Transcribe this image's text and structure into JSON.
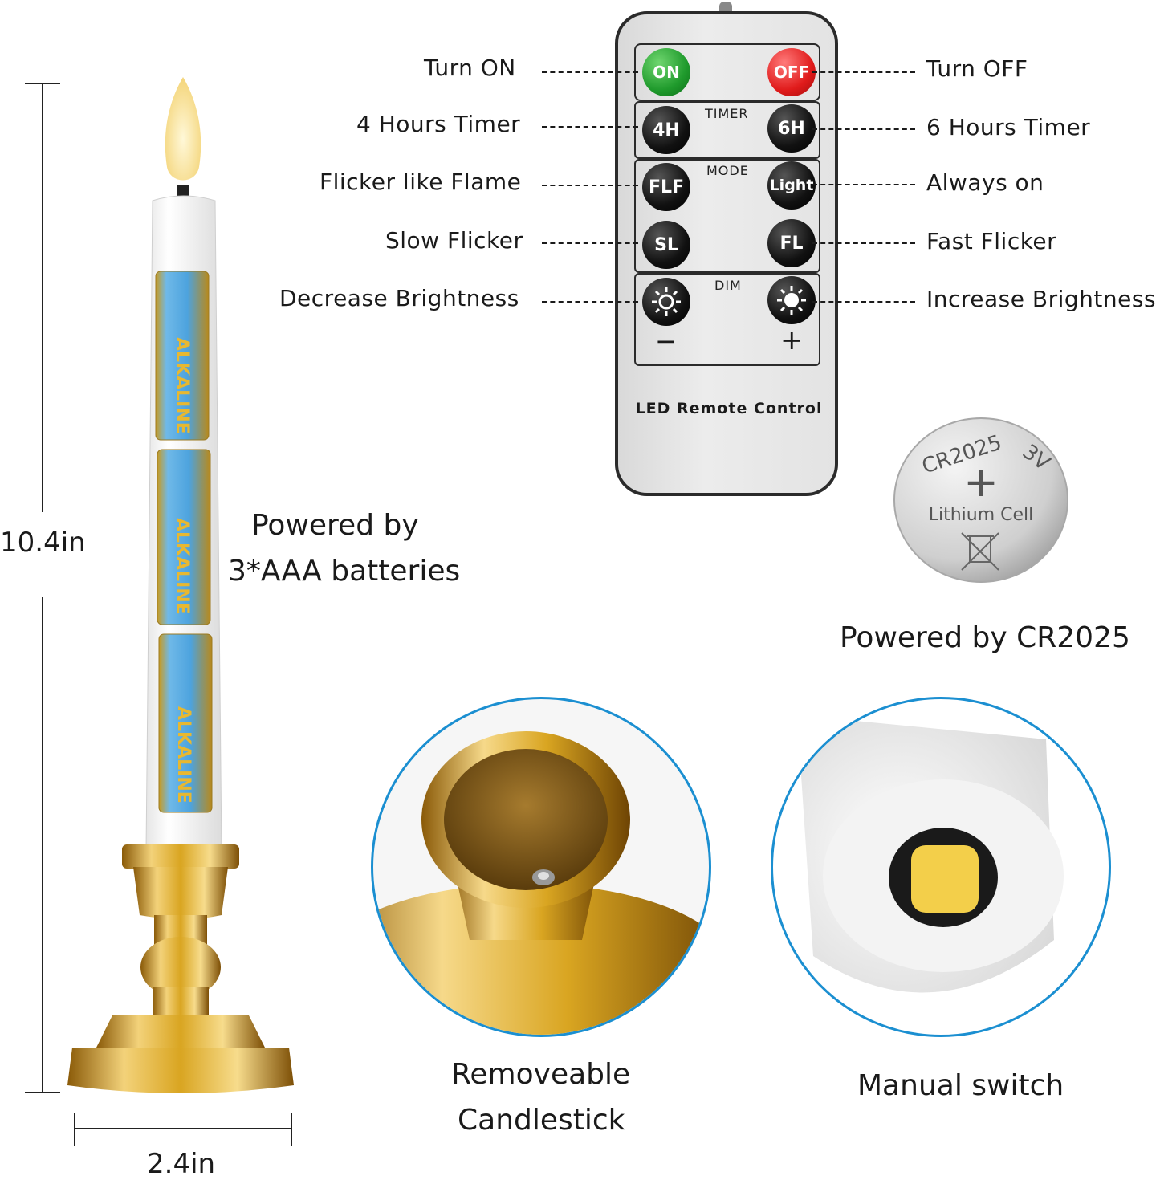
{
  "remote": {
    "buttons": {
      "on": "ON",
      "off": "OFF",
      "four_h": "4H",
      "six_h": "6H",
      "flf": "FLF",
      "light": "Light",
      "sl": "SL",
      "fl": "FL",
      "minus": "−",
      "plus": "+"
    },
    "sections": {
      "timer": "TIMER",
      "mode": "MODE",
      "dim": "DIM"
    },
    "footer": "LED Remote Control"
  },
  "labels": {
    "turn_on": "Turn ON",
    "turn_off": "Turn OFF",
    "four_hours_timer": "4 Hours Timer",
    "six_hours_timer": "6 Hours Timer",
    "flicker_like_flame": "Flicker like Flame",
    "always_on": "Always on",
    "slow_flicker": "Slow Flicker",
    "fast_flicker": "Fast Flicker",
    "decrease_brightness": "Decrease Brightness",
    "increase_brightness": "Increase Brightness"
  },
  "battery": {
    "coin_model": "CR2025",
    "coin_voltage": "3V",
    "coin_plus": "+",
    "coin_type": "Lithium Cell",
    "coin_caption": "Powered by CR2025",
    "aaa_caption_line1": "Powered by",
    "aaa_caption_line2": "3*AAA batteries",
    "aaa_brand": "ALKALINE"
  },
  "dimensions": {
    "height": "10.4in",
    "width": "2.4in"
  },
  "features": {
    "candlestick_line1": "Removeable",
    "candlestick_line2": "Candlestick",
    "switch": "Manual switch"
  },
  "colors": {
    "gold": "#d9a521",
    "frame_blue": "#1b8fd1",
    "on_green": "#1f9a2c",
    "off_red": "#e01b1b"
  }
}
